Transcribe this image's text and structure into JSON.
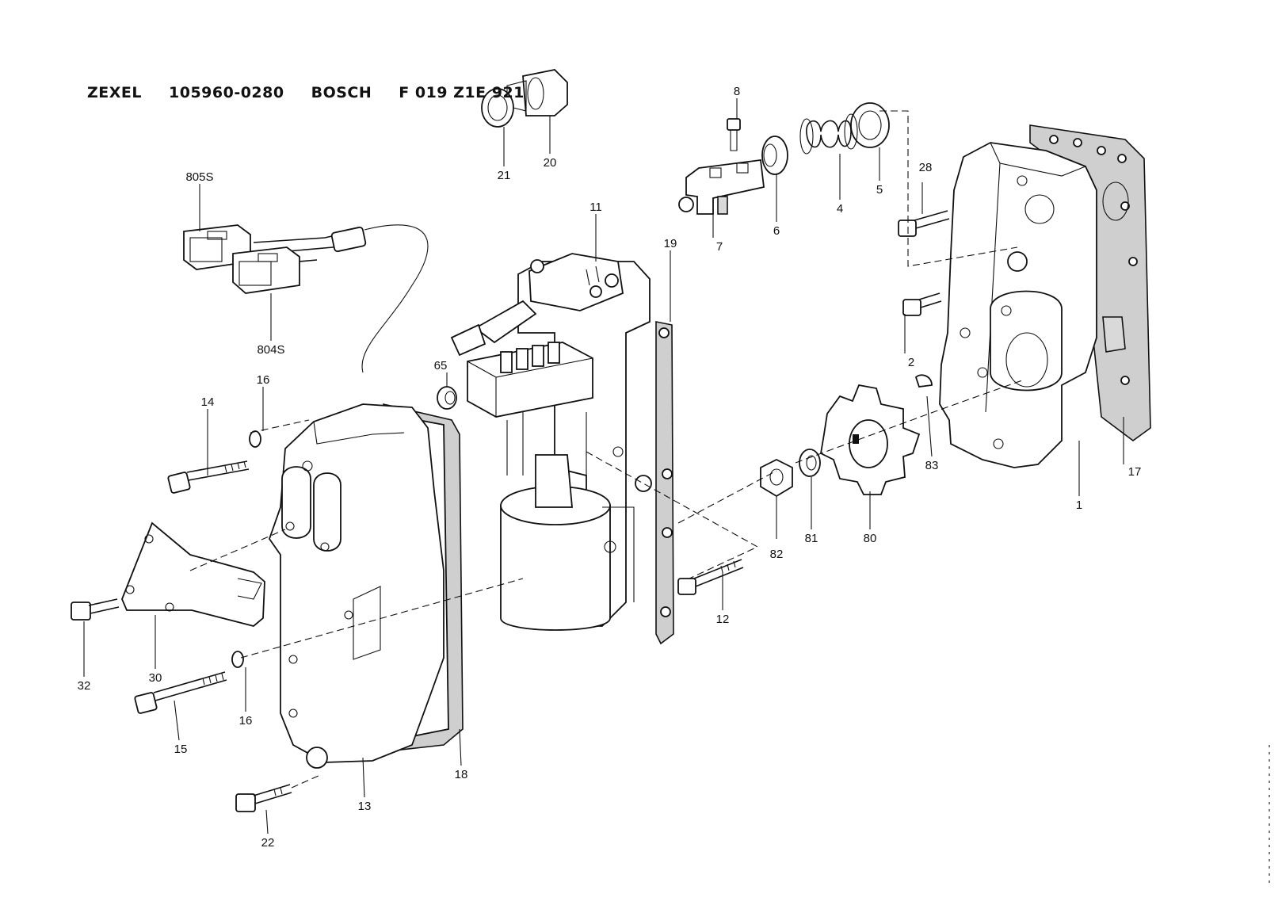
{
  "header": {
    "brand1": "ZEXEL",
    "part_no": "105960-0280",
    "brand2": "BOSCH",
    "bosch_no": "F 019 Z1E 921"
  },
  "callouts": {
    "c805s": "805S",
    "c804s": "804S",
    "c21": "21",
    "c20": "20",
    "c8": "8",
    "c4": "4",
    "c5": "5",
    "c6": "6",
    "c7": "7",
    "c11": "11",
    "c19": "19",
    "c65": "65",
    "c28": "28",
    "c2": "2",
    "c1": "1",
    "c17": "17",
    "c83": "83",
    "c80": "80",
    "c81": "81",
    "c82": "82",
    "c12": "12",
    "c14": "14",
    "c16a": "16",
    "c16b": "16",
    "c15": "15",
    "c30": "30",
    "c32": "32",
    "c22": "22",
    "c13": "13",
    "c18": "18"
  }
}
